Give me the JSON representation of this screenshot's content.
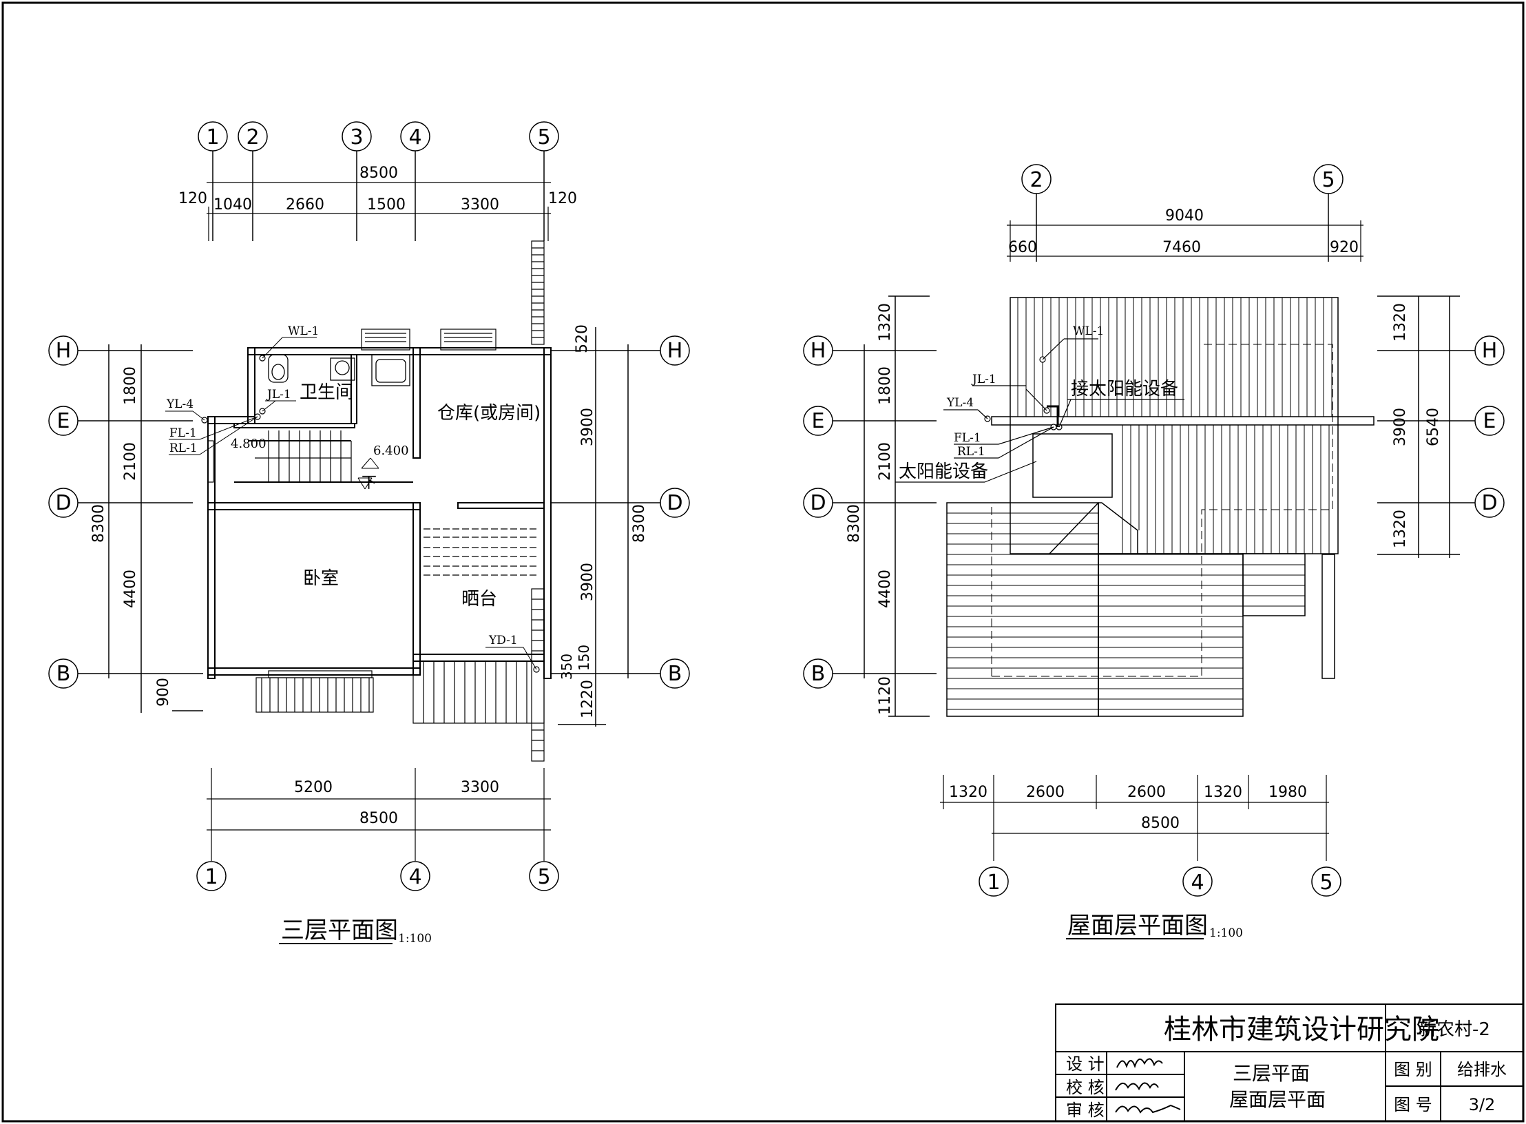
{
  "left_plan": {
    "title": "三层平面图",
    "scale": "1:100",
    "axes_top": [
      "1",
      "2",
      "3",
      "4",
      "5"
    ],
    "axes_bottom": [
      "1",
      "4",
      "5"
    ],
    "axes_rows": [
      "H",
      "E",
      "D",
      "B"
    ],
    "dims_top_total": "8500",
    "dims_top": [
      "120",
      "1040",
      "2660",
      "1500",
      "3300",
      "120"
    ],
    "dims_bottom": [
      "5200",
      "3300"
    ],
    "dims_bottom_total": "8500",
    "dims_left": [
      "1800",
      "2100",
      "4400",
      "900"
    ],
    "dims_left_total": "8300",
    "dims_right": [
      "520",
      "3900",
      "3900",
      "350",
      "150",
      "1220"
    ],
    "dims_right_total": "8300",
    "rooms": {
      "bath": "卫生间",
      "storage": "仓库(或房间)",
      "bedroom": "卧室",
      "terrace": "晒台"
    },
    "pipes": {
      "wl": "WL-1",
      "jl": "JL-1",
      "yl": "YL-4",
      "fl": "FL-1",
      "rl": "RL-1",
      "yd": "YD-1"
    },
    "elevations": {
      "stair": "4.800",
      "floor": "6.400"
    },
    "stair_down": "下"
  },
  "right_plan": {
    "title": "屋面层平面图",
    "scale": "1:100",
    "axes_top": [
      "2",
      "5"
    ],
    "axes_bottom": [
      "1",
      "4",
      "5"
    ],
    "axes_rows": [
      "H",
      "E",
      "D",
      "B"
    ],
    "dims_top_total": "9040",
    "dims_top": [
      "660",
      "7460",
      "920"
    ],
    "dims_bottom": [
      "1320",
      "2600",
      "2600",
      "1320",
      "1980"
    ],
    "dims_bottom_total": "8500",
    "dims_left": [
      "1320",
      "1800",
      "2100",
      "4400",
      "1120"
    ],
    "dims_left_total": "8300",
    "dims_right": [
      "1320",
      "3900",
      "1320"
    ],
    "dims_right_total": "6540",
    "pipes": {
      "wl": "WL-1",
      "jl": "JL-1",
      "yl": "YL-4",
      "fl": "FL-1",
      "rl": "RL-1"
    },
    "labels": {
      "connect": "接太阳能设备",
      "solar": "太阳能设备"
    }
  },
  "title_block": {
    "institute": "桂林市建筑设计研究院",
    "project": "新农村-2",
    "roles": [
      "设 计",
      "校 核",
      "审 核"
    ],
    "drawing_names": [
      "三层平面",
      "屋面层平面"
    ],
    "category_label": "图 别",
    "category_value": "给排水",
    "number_label": "图 号",
    "number_value": "3/2"
  }
}
